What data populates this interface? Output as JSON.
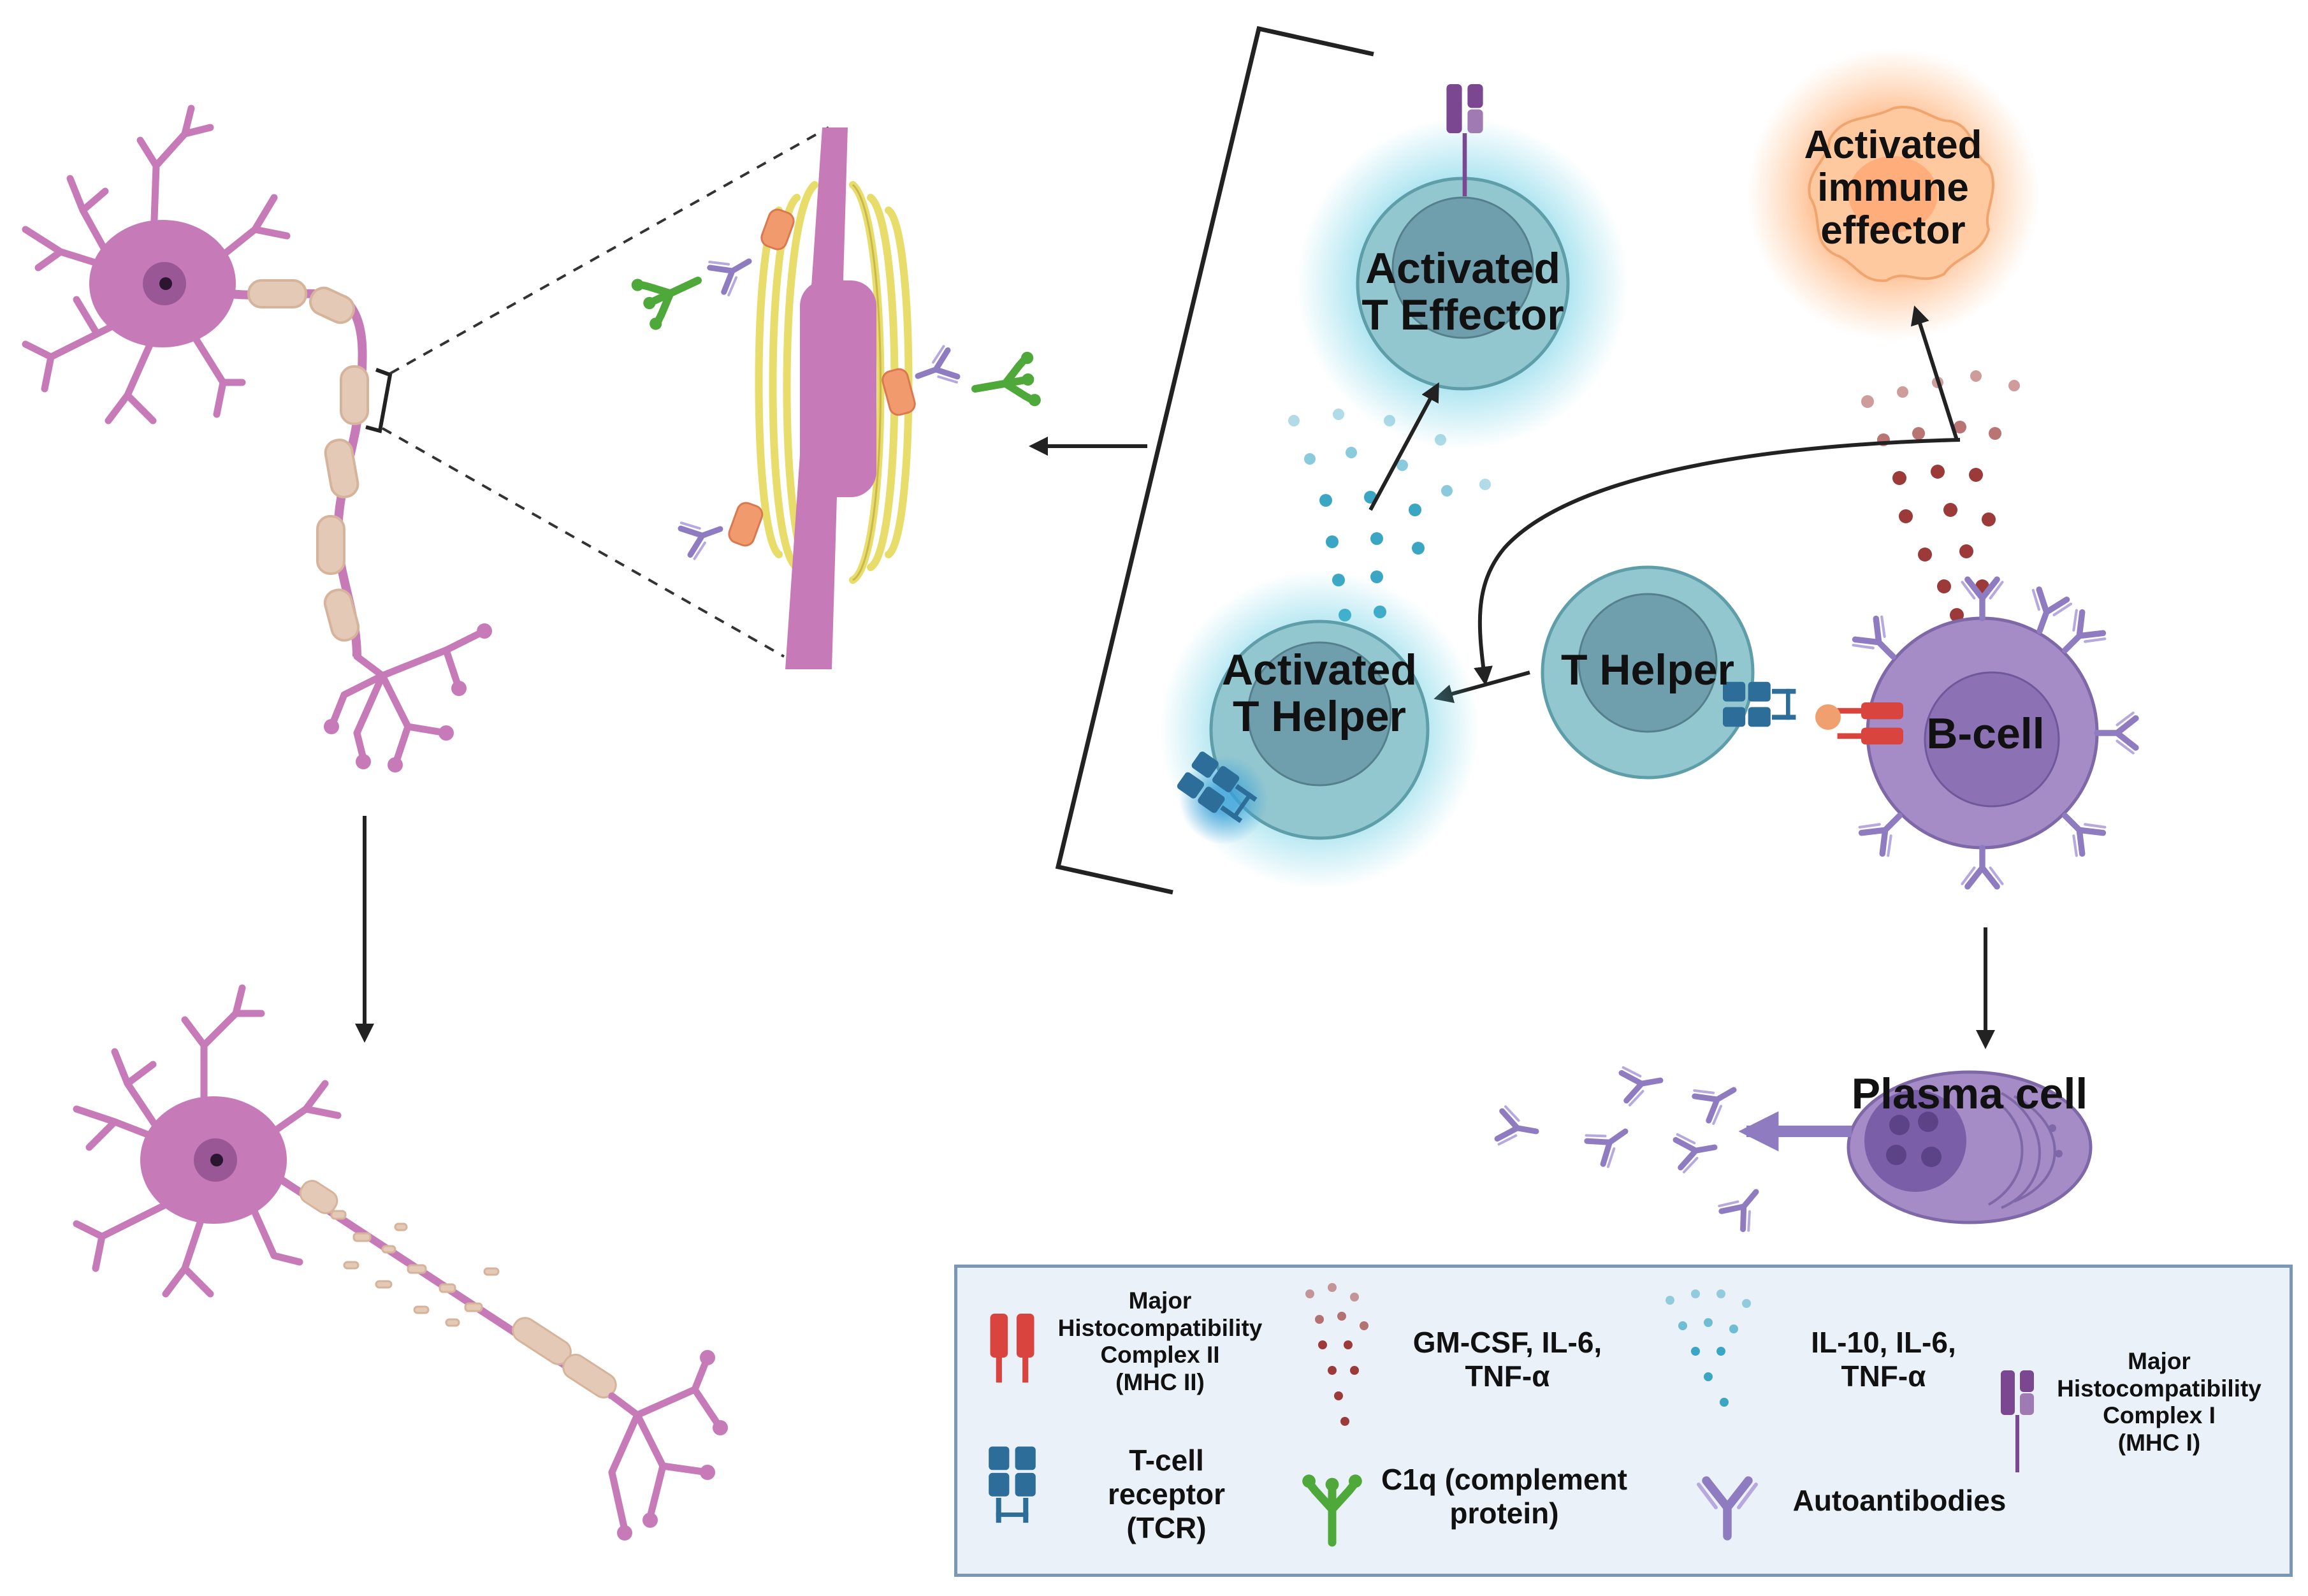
{
  "cells": {
    "activated_t_effector": "Activated\nT Effector",
    "activated_immune_effector": "Activated\nimmune\neffector",
    "activated_t_helper": "Activated\nT Helper",
    "t_helper": "T Helper",
    "b_cell": "B-cell",
    "plasma_cell": "Plasma cell"
  },
  "legend": {
    "mhc2": "Major\nHistocompatibility\nComplex II\n(MHC II)",
    "gm_csf": "GM-CSF, IL-6,\nTNF-α",
    "il10": "IL-10, IL-6,\nTNF-α",
    "mhc1": "Major\nHistocompatibility\nComplex I\n(MHC I)",
    "tcr": "T-cell\nreceptor\n(TCR)",
    "c1q": "C1q (complement\nprotein)",
    "autoantibodies": "Autoantibodies"
  },
  "colors": {
    "neuron": "#c77ab8",
    "myelin": "#e4c9b6",
    "t_cell": "#93c7d0",
    "b_cell": "#a58cc6",
    "mhc2": "#d9443f",
    "tcr": "#2c6e99",
    "c1q": "#4fa83a",
    "antibody": "#8f7cc0",
    "mhc1": "#7b4790",
    "cytokine_red": "#9b3a38",
    "cytokine_blue": "#3aa6c4",
    "legend_bg": "#eaf1f8"
  }
}
